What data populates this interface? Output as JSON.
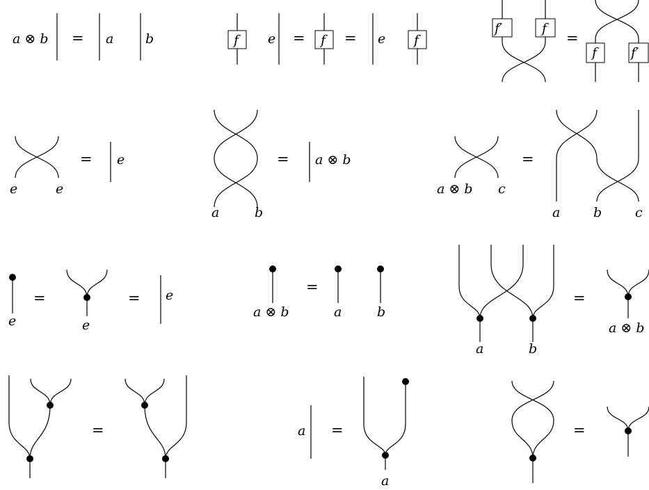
{
  "symbols": {
    "eq": "=",
    "a": "a",
    "b": "b",
    "c": "c",
    "e": "e",
    "f": "f",
    "f_prime": "f′",
    "a_tensor_b": "a ⊗ b"
  },
  "colors": {
    "ink": "#000000",
    "background": "#ffffff"
  }
}
